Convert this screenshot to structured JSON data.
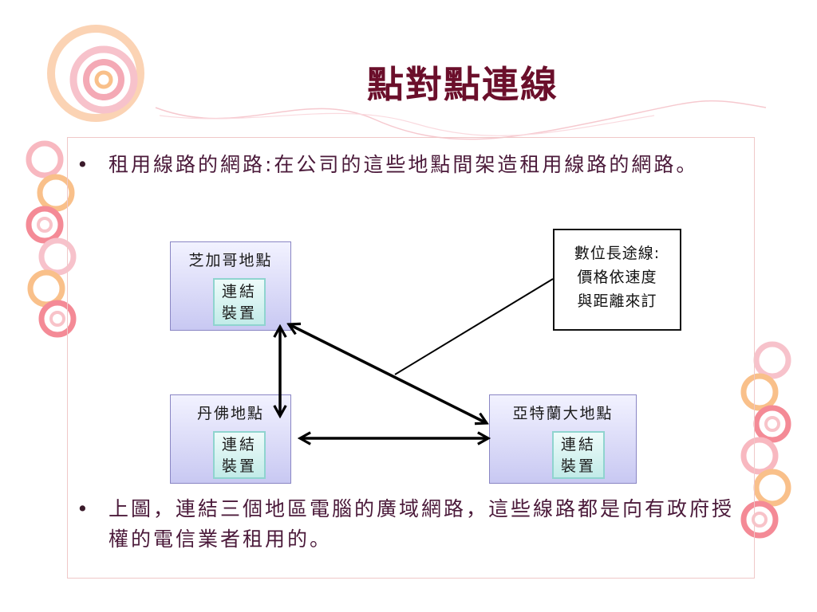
{
  "slide": {
    "title": "點對點連線",
    "bullets": [
      {
        "marker": "•",
        "text": "租用線路的網路:在公司的這些地點間架造租用線路的網路。"
      },
      {
        "marker": "•",
        "text": "上圖，連結三個地區電腦的廣域網路，這些線路都是向有政府授權的電信業者租用的。"
      }
    ]
  },
  "diagram": {
    "sites": [
      {
        "id": "chicago",
        "label": "芝加哥地點",
        "device": [
          "連結",
          "裝置"
        ]
      },
      {
        "id": "denver",
        "label": "丹佛地點",
        "device": [
          "連結",
          "裝置"
        ]
      },
      {
        "id": "atlanta",
        "label": "亞特蘭大地點",
        "device": [
          "連結",
          "裝置"
        ]
      }
    ],
    "note": [
      "數位長途線:",
      "價格依速度",
      "與距離來訂"
    ]
  },
  "colors": {
    "title": "#6b0f2b",
    "text": "#4b1a3a",
    "site_fill": "#c8c8f2",
    "device_fill": "#c2ebe8",
    "ring_pink": "#f4a0a8",
    "ring_orange": "#f9c08a"
  }
}
